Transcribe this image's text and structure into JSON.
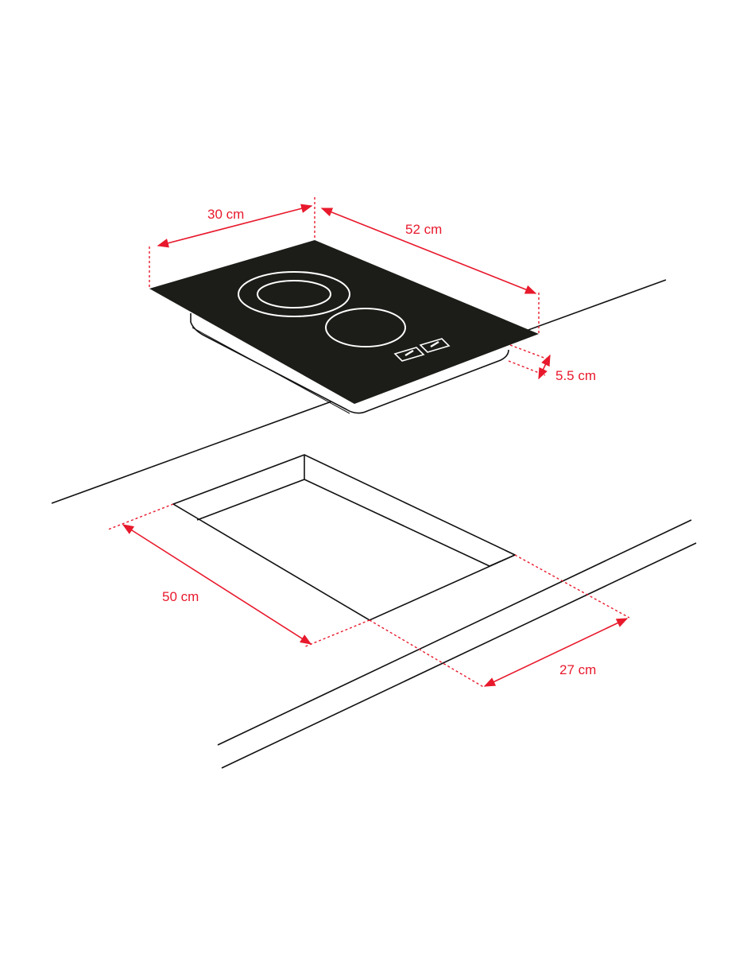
{
  "colors": {
    "dimension": "#e8192c",
    "line": "#111111",
    "cooktop_glass": "#1c1c18",
    "burner_ring": "#ffffff",
    "background": "#ffffff"
  },
  "dimensions": {
    "cooktop_depth": "30 cm",
    "cooktop_width": "52 cm",
    "cooktop_height": "5.5 cm",
    "cutout_length": "50 cm",
    "cutout_width": "27 cm"
  },
  "cooktop": {
    "burners": [
      "dual-ring-burner",
      "single-burner"
    ],
    "controls": [
      "control-knob-left",
      "control-knob-right"
    ]
  }
}
